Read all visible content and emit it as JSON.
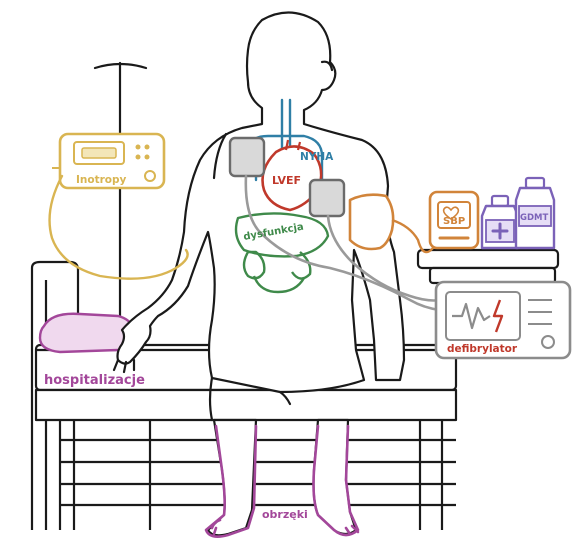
{
  "labels": {
    "inotropy": "Inotropy",
    "lvef": "LVEF",
    "nyha": "NYHA",
    "dysfunkcja": "dysfunkcja",
    "sbp": "SBP",
    "gdmt": "GDMT",
    "defibrylator": "defibrylator",
    "hospitalizacje": "hospitalizacje",
    "obrzeki": "obrzęki"
  },
  "colors": {
    "outline": "#1a1a1a",
    "inotropy": "#d9b552",
    "heart": "#c0392b",
    "vessels": "#2f7fa6",
    "organs": "#3f8a4a",
    "cuff": "#d1843a",
    "pads": "#7a7a7a",
    "medication": "#7b62b8",
    "defibrillator": "#8c8c8c",
    "pillow": "#a3479a",
    "legs": "#a3479a"
  }
}
